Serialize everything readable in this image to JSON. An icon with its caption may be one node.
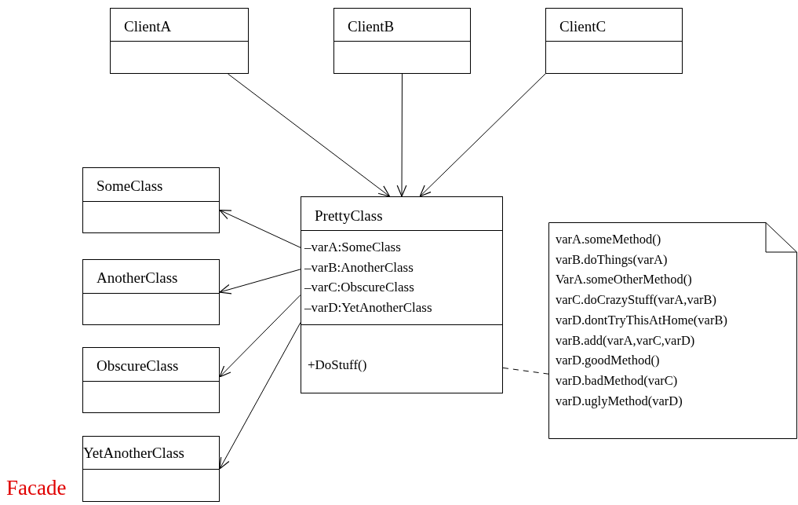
{
  "diagram": {
    "nodes": [
      {
        "text": [
          "ClientA"
        ]
      },
      {
        "text": [
          "ClientB"
        ]
      },
      {
        "text": [
          "ClientC"
        ]
      },
      {
        "text": [
          "SomeClass"
        ]
      },
      {
        "text": [
          "AnotherClass"
        ]
      },
      {
        "text": [
          "ObscureClass"
        ]
      },
      {
        "text": [
          "YetAnotherClass"
        ]
      },
      {
        "text": [
          "PrettyClass",
          "–varA:SomeClass",
          "–varB:AnotherClass",
          "–varC:ObscureClass",
          "–varD:YetAnotherClass",
          "+DoStuff()"
        ]
      },
      {
        "text": [
          "varA.someMethod()",
          "varB.doThings(varA)",
          "VarA.someOtherMethod()",
          "varC.doCrazyStuff(varA,varB)",
          "varD.dontTryThisAtHome(varB)",
          "varB.add(varA,varC,varD)",
          "varD.goodMethod()",
          "varD.badMethod(varC)",
          "varD.uglyMethod(varD)"
        ]
      }
    ],
    "edges": [
      {
        "from": 0,
        "to": 7,
        "arrow": "to"
      },
      {
        "from": 1,
        "to": 7,
        "arrow": "to"
      },
      {
        "from": 2,
        "to": 7,
        "arrow": "to"
      },
      {
        "from": 7,
        "to": 3,
        "arrow": "to"
      },
      {
        "from": 7,
        "to": 4,
        "arrow": "to"
      },
      {
        "from": 7,
        "to": 5,
        "arrow": "to"
      },
      {
        "from": 7,
        "to": 6,
        "arrow": "to"
      },
      {
        "from": 7,
        "to": 8,
        "arrow": "none",
        "style": "dashed"
      }
    ],
    "labels": [
      "Facade"
    ]
  }
}
